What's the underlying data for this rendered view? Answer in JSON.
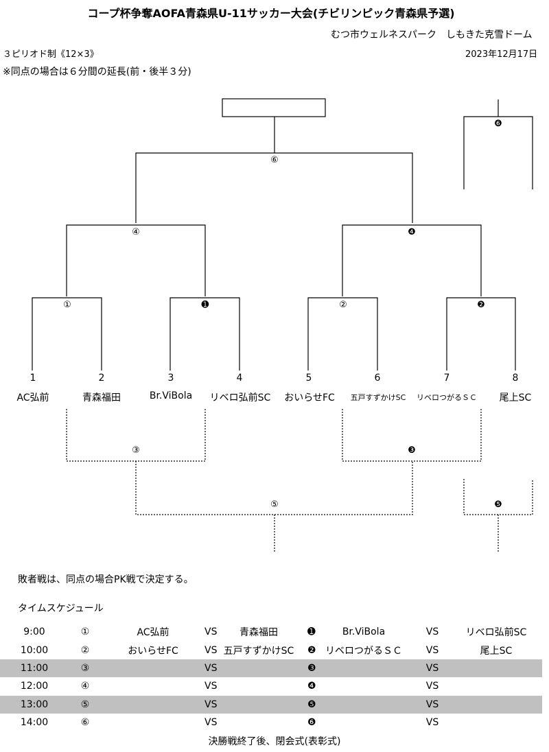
{
  "header": {
    "title": "コープ杯争奪AOFA青森県U-11サッカー大会(チビリンピック青森県予選)",
    "venue": "むつ市ウェルネスパーク　しもきた克雪ドーム",
    "period_rule": "３ピリオド制《12×3》",
    "date": "2023年12月17日",
    "extra_time_rule": "※同点の場合は６分間の延長(前・後半３分)"
  },
  "bracket": {
    "match_labels": [
      "①",
      "➊",
      "②",
      "❷",
      "④",
      "❹",
      "⑥",
      "❻",
      "③",
      "❸",
      "⑤",
      "❺"
    ],
    "teams": [
      {
        "no": "1",
        "name": "AC弘前"
      },
      {
        "no": "2",
        "name": "青森福田"
      },
      {
        "no": "3",
        "name": "Br.ViBola"
      },
      {
        "no": "4",
        "name": "リベロ弘前SC"
      },
      {
        "no": "5",
        "name": "おいらせFC"
      },
      {
        "no": "6",
        "name": "五戸すずかけSC"
      },
      {
        "no": "7",
        "name": "リベロつがるＳＣ"
      },
      {
        "no": "8",
        "name": "尾上SC"
      }
    ]
  },
  "notes": {
    "consolation_rule": "敗者戦は、同点の場合PK戦で決定する。",
    "schedule_heading": "タイムスケジュール",
    "closing": "決勝戦終了後、閉会式(表彰式)"
  },
  "schedule": [
    {
      "time": "9:00",
      "m1": "①",
      "a1": "AC弘前",
      "vs1": "VS",
      "b1": "青森福田",
      "m2": "➊",
      "a2": "Br.ViBola",
      "vs2": "VS",
      "b2": "リベロ弘前SC"
    },
    {
      "time": "10:00",
      "m1": "②",
      "a1": "おいらせFC",
      "vs1": "VS",
      "b1": "五戸すずかけSC",
      "m2": "❷",
      "a2": "リベロつがるＳＣ",
      "vs2": "VS",
      "b2": "尾上SC"
    },
    {
      "time": "11:00",
      "m1": "③",
      "a1": "",
      "vs1": "VS",
      "b1": "",
      "m2": "❸",
      "a2": "",
      "vs2": "VS",
      "b2": ""
    },
    {
      "time": "12:00",
      "m1": "④",
      "a1": "",
      "vs1": "VS",
      "b1": "",
      "m2": "❹",
      "a2": "",
      "vs2": "VS",
      "b2": ""
    },
    {
      "time": "13:00",
      "m1": "⑤",
      "a1": "",
      "vs1": "VS",
      "b1": "",
      "m2": "❺",
      "a2": "",
      "vs2": "VS",
      "b2": ""
    },
    {
      "time": "14:00",
      "m1": "⑥",
      "a1": "",
      "vs1": "VS",
      "b1": "",
      "m2": "❻",
      "a2": "",
      "vs2": "VS",
      "b2": ""
    }
  ]
}
